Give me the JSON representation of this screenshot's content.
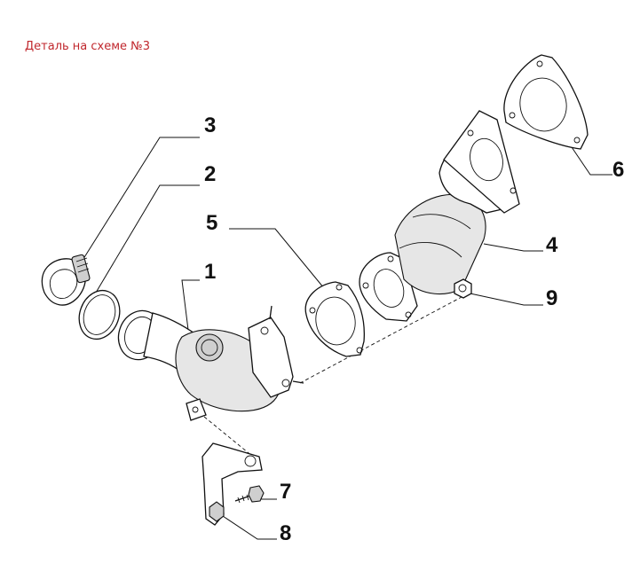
{
  "caption": "Деталь на схеме №3",
  "callouts": {
    "c1": "1",
    "c2": "2",
    "c3": "3",
    "c4": "4",
    "c5": "5",
    "c6": "6",
    "c7": "7",
    "c8": "8",
    "c9": "9"
  }
}
